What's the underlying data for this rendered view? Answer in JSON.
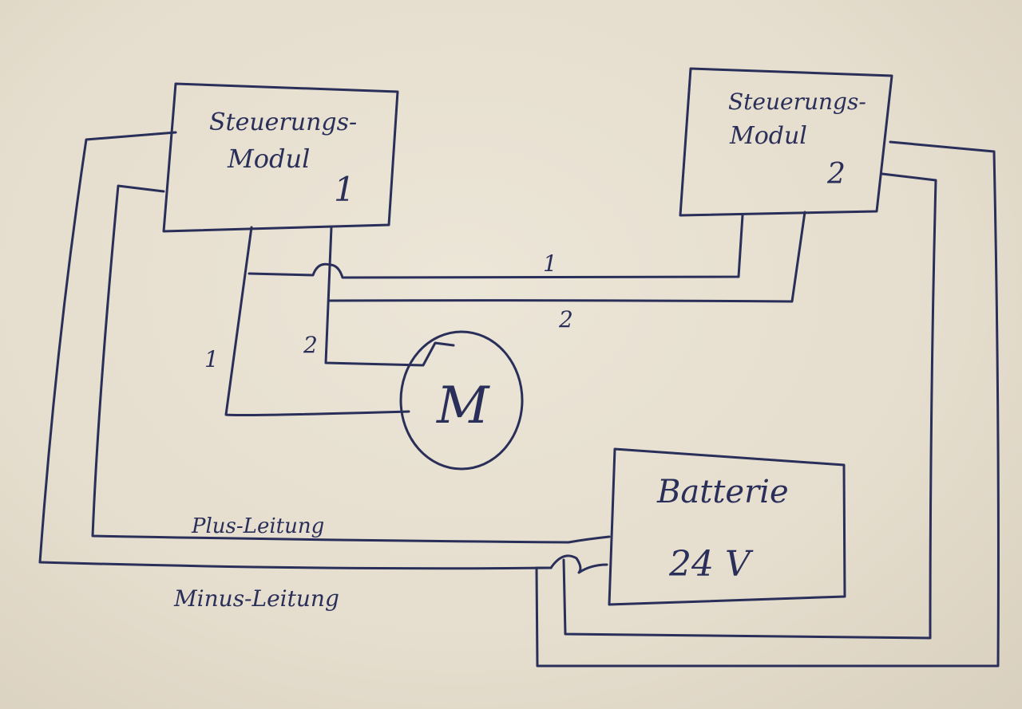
{
  "module1": {
    "line1": "Steuerungs-",
    "line2": "Modul",
    "number": "1"
  },
  "module2": {
    "line1": "Steuerungs-",
    "line2": "Modul",
    "number": "2"
  },
  "motor": {
    "label": "M"
  },
  "battery": {
    "line1": "Batterie",
    "line2": "24 V"
  },
  "wires": {
    "upper_label": "1",
    "lower_label": "2",
    "motor_left_label": "1",
    "motor_right_label": "2",
    "plus": "Plus-Leitung",
    "minus": "Minus-Leitung"
  },
  "colors": {
    "ink": "#2a2f5a",
    "paper": "#e8e1d2"
  }
}
